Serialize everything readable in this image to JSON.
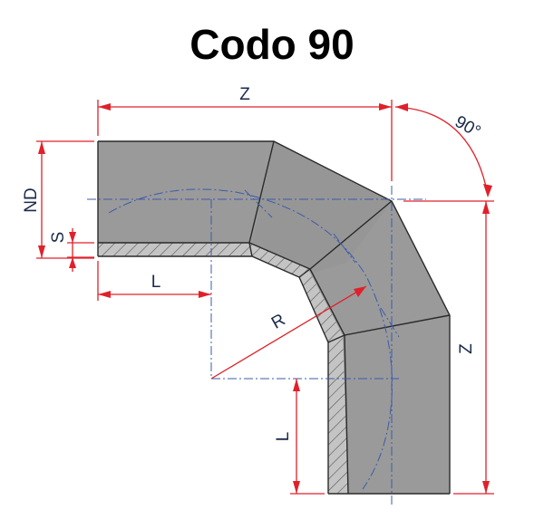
{
  "title": "Codo 90",
  "labels": {
    "z_top": "Z",
    "z_right": "Z",
    "angle": "90°",
    "nd": "ND",
    "s": "S",
    "l_horizontal": "L",
    "l_vertical": "L",
    "r": "R"
  },
  "colors": {
    "dimension": "#e0202a",
    "centerline": "#3b5ba8",
    "pipe": "#9a9a9a",
    "outline": "#2a2a2a"
  }
}
